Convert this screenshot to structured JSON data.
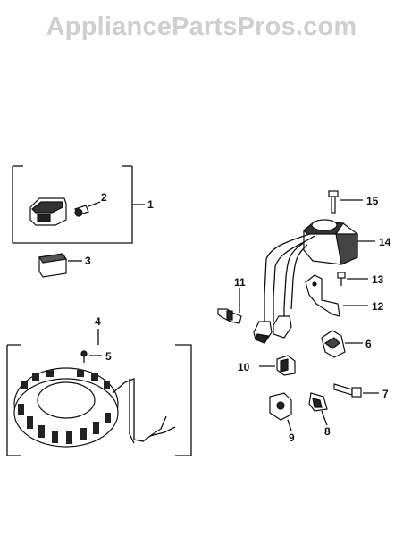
{
  "watermark": "AppliancePartsPros.com",
  "callouts": [
    {
      "id": "1",
      "label": "1"
    },
    {
      "id": "2",
      "label": "2"
    },
    {
      "id": "3",
      "label": "3"
    },
    {
      "id": "4",
      "label": "4"
    },
    {
      "id": "5",
      "label": "5"
    },
    {
      "id": "6",
      "label": "6"
    },
    {
      "id": "7",
      "label": "7"
    },
    {
      "id": "8",
      "label": "8"
    },
    {
      "id": "9",
      "label": "9"
    },
    {
      "id": "10",
      "label": "10"
    },
    {
      "id": "11",
      "label": "11"
    },
    {
      "id": "12",
      "label": "12"
    },
    {
      "id": "13",
      "label": "13"
    },
    {
      "id": "14",
      "label": "14"
    },
    {
      "id": "15",
      "label": "15"
    }
  ],
  "colors": {
    "ink": "#111111",
    "watermark": "#cfcfcf",
    "background": "#ffffff"
  }
}
